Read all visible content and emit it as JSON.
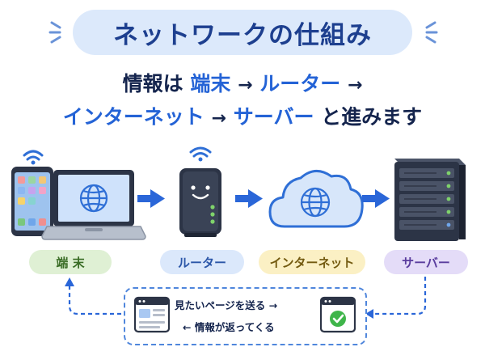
{
  "title": "ネットワークの仕組み",
  "subtitle": {
    "line1_prefix": "情報は",
    "line1_device": "端末",
    "line1_router": "ルーター",
    "line2_internet": "インターネット",
    "line2_server": "サーバー",
    "line2_suffix": "と進みます",
    "arrow": "→"
  },
  "nodes": {
    "device_label": "端 末",
    "router_label": "ルーター",
    "internet_label": "インターネット",
    "server_label": "サーバー"
  },
  "flow": {
    "request_text": "見たいページを送る →",
    "response_text": "← 情報が返ってくる"
  },
  "colors": {
    "title_bg": "#dce9fb",
    "title_text": "#1d3f8f",
    "accent_blue": "#2463d6",
    "dark_text": "#14244d",
    "device_label_bg": "#dff0d4",
    "router_label_bg": "#dbe8fb",
    "internet_label_bg": "#fbf0c4",
    "server_label_bg": "#e4dcf8"
  },
  "icons": [
    "smartphone-icon",
    "laptop-icon",
    "globe-icon",
    "wifi-icon",
    "router-icon",
    "cloud-icon",
    "server-icon",
    "webpage-icon",
    "checkmark-icon"
  ]
}
